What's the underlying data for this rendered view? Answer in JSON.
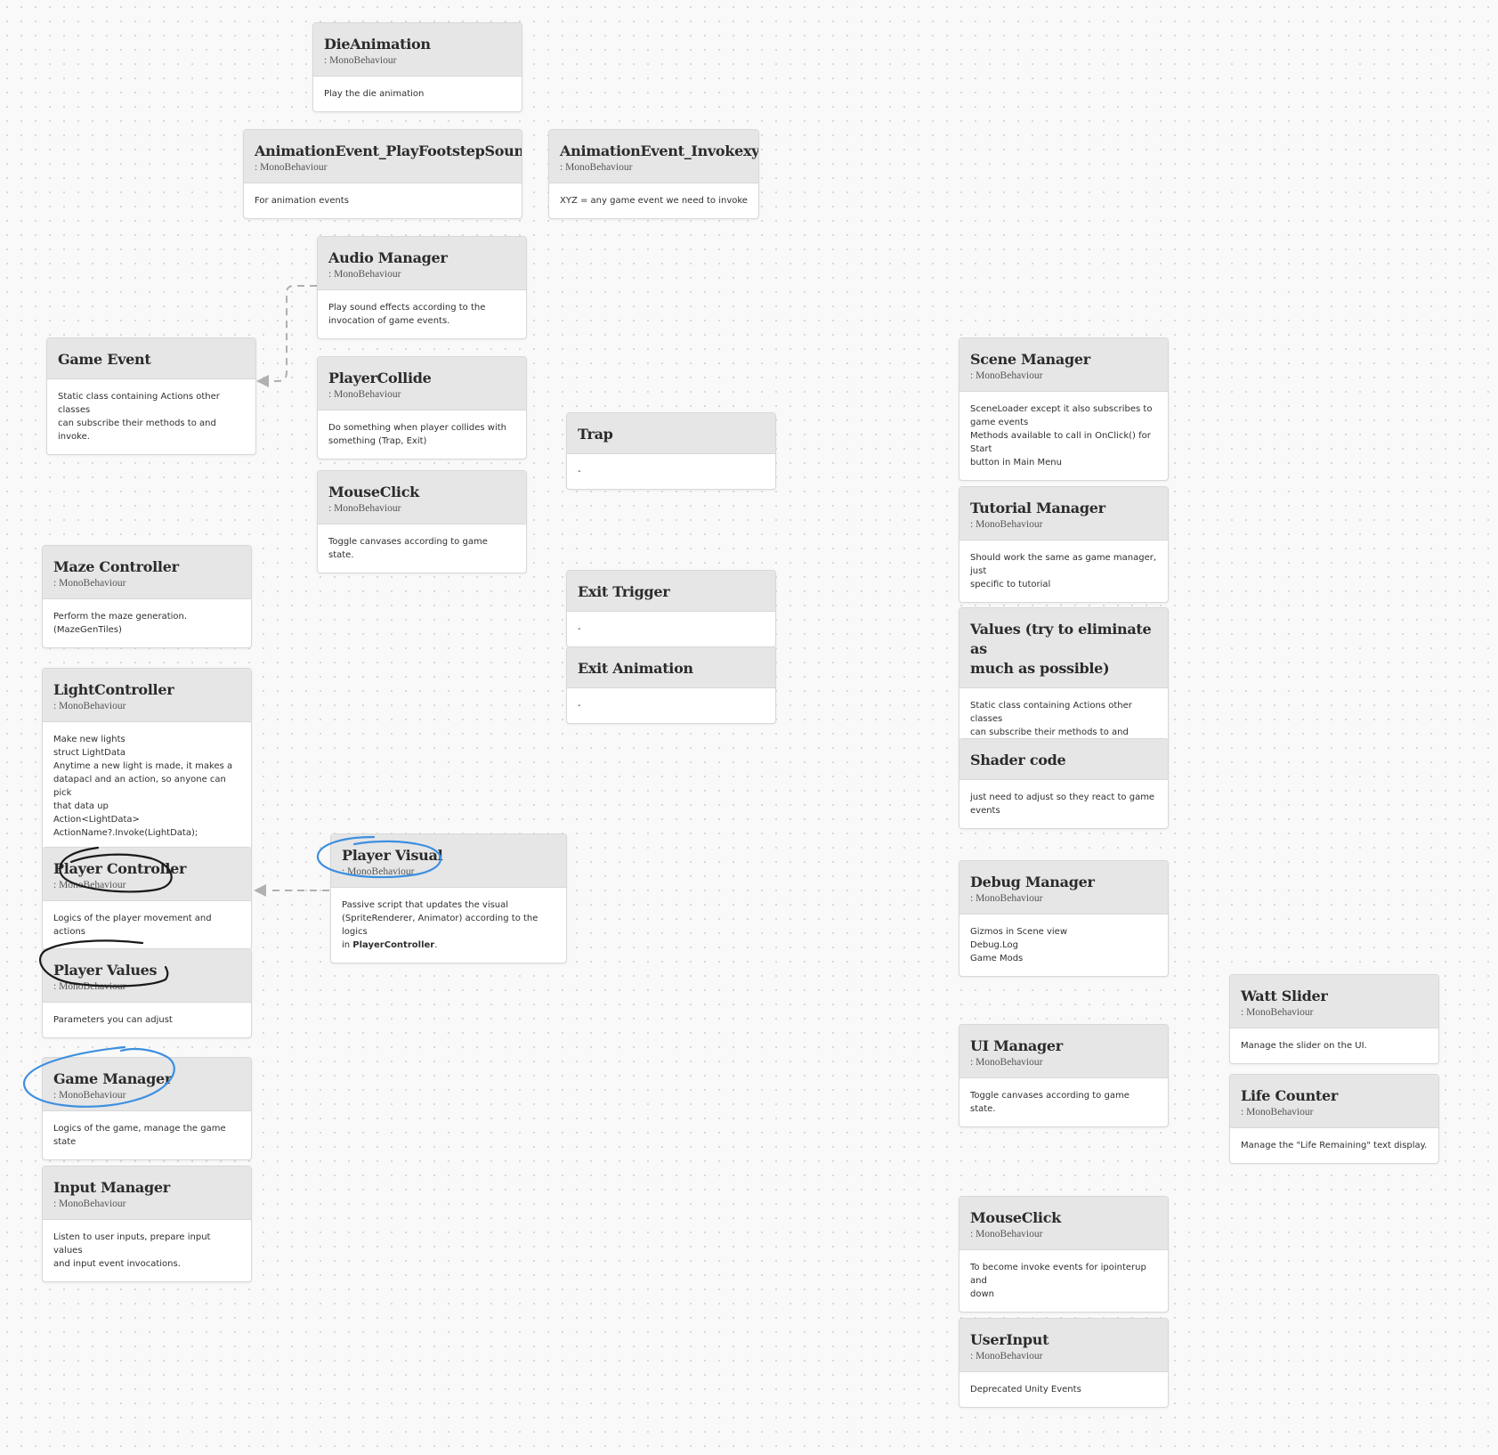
{
  "colors": {
    "canvas_background": "#f9f9f9",
    "card_header": "#e6e6e6",
    "annotation_blue": "#3d8fe0",
    "annotation_black": "#1a1a1a",
    "connector": "#b0b0b0"
  },
  "cards": [
    {
      "id": "die-animation",
      "title": "DieAnimation",
      "subtitle": ": MonoBehaviour",
      "body": "Play the die animation"
    },
    {
      "id": "animation-event-play-footstep-sound",
      "title": "AnimationEvent_PlayFootstepSound",
      "subtitle": ": MonoBehaviour",
      "body": "For animation events"
    },
    {
      "id": "animation-event-invokexyz",
      "title": "AnimationEvent_Invokexyz",
      "subtitle": ": MonoBehaviour",
      "body": "XYZ = any game event we need to invoke"
    },
    {
      "id": "audio-manager",
      "title": "Audio Manager",
      "subtitle": ": MonoBehaviour",
      "body": "Play sound effects according to the\ninvocation of game events."
    },
    {
      "id": "game-event",
      "title": "Game Event",
      "subtitle": "",
      "body": "Static class containing Actions other classes\ncan subscribe their methods to and invoke."
    },
    {
      "id": "player-collide",
      "title": "PlayerCollide",
      "subtitle": ": MonoBehaviour",
      "body": "Do something when player collides with\nsomething (Trap, Exit)"
    },
    {
      "id": "mouse-click-1",
      "title": "MouseClick",
      "subtitle": ": MonoBehaviour",
      "body": "Toggle canvases according to game state."
    },
    {
      "id": "trap",
      "title": "Trap",
      "subtitle": "",
      "body": "-"
    },
    {
      "id": "exit-trigger",
      "title": "Exit Trigger",
      "subtitle": "",
      "body": "-"
    },
    {
      "id": "exit-animation",
      "title": "Exit Animation",
      "subtitle": "",
      "body": "-"
    },
    {
      "id": "maze-controller",
      "title": "Maze Controller",
      "subtitle": ": MonoBehaviour",
      "body": "Perform the maze generation.\n(MazeGenTiles)"
    },
    {
      "id": "light-controller",
      "title": "LightController",
      "subtitle": ": MonoBehaviour",
      "body": "Make new lights\nstruct LightData\nAnytime a new light is made, it makes a\ndatapacl and an action, so anyone can pick\nthat data up\nAction<LightData>\nActionName?.Invoke(LightData);"
    },
    {
      "id": "player-controller",
      "title": "Player Controller",
      "subtitle": ": MonoBehaviour",
      "body": "Logics of the player movement and actions"
    },
    {
      "id": "player-visual",
      "title": "Player Visual",
      "subtitle": ": MonoBehaviour",
      "body": "Passive script that updates the visual\n(SpriteRenderer, Animator) according to the logics\nin ",
      "body_bold": "PlayerController",
      "body_after": "."
    },
    {
      "id": "player-values",
      "title": "Player Values",
      "subtitle": ": MonoBehaviour",
      "body": "Parameters you can adjust"
    },
    {
      "id": "game-manager",
      "title": "Game Manager",
      "subtitle": ": MonoBehaviour",
      "body": "Logics of the game, manage the game state"
    },
    {
      "id": "input-manager",
      "title": "Input Manager",
      "subtitle": ": MonoBehaviour",
      "body": "Listen to user inputs, prepare input values\nand input event invocations."
    },
    {
      "id": "scene-manager",
      "title": "Scene Manager",
      "subtitle": ": MonoBehaviour",
      "body": "SceneLoader except it also subscribes to\ngame events\nMethods available to call in OnClick() for Start\nbutton in Main Menu"
    },
    {
      "id": "tutorial-manager",
      "title": "Tutorial Manager",
      "subtitle": ": MonoBehaviour",
      "body": "Should work the same as game manager, just\nspecific to tutorial"
    },
    {
      "id": "values",
      "title": "Values (try to eliminate as\nmuch as possible)",
      "subtitle": "",
      "body": "Static class containing Actions other classes\ncan subscribe their methods to and invoke."
    },
    {
      "id": "shader-code",
      "title": "Shader code",
      "subtitle": "",
      "body": "just need to adjust so they react to game\nevents"
    },
    {
      "id": "debug-manager",
      "title": "Debug Manager",
      "subtitle": ": MonoBehaviour",
      "body": "Gizmos in Scene view\nDebug.Log\nGame Mods"
    },
    {
      "id": "ui-manager",
      "title": "UI Manager",
      "subtitle": ": MonoBehaviour",
      "body": "Toggle canvases according to game state."
    },
    {
      "id": "watt-slider",
      "title": "Watt Slider",
      "subtitle": ": MonoBehaviour",
      "body": "Manage the slider on the UI."
    },
    {
      "id": "life-counter",
      "title": "Life Counter",
      "subtitle": ": MonoBehaviour",
      "body": "Manage the \"Life Remaining\" text display."
    },
    {
      "id": "mouse-click-2",
      "title": "MouseClick",
      "subtitle": ": MonoBehaviour",
      "body": "To become invoke events for ipointerup and\ndown"
    },
    {
      "id": "user-input",
      "title": "UserInput",
      "subtitle": ": MonoBehaviour",
      "body": "Deprecated Unity Events"
    }
  ],
  "connectors": [
    {
      "from": "audio-manager",
      "to": "game-event",
      "style": "dashed",
      "arrowhead": "triangle"
    },
    {
      "from": "player-visual",
      "to": "player-controller",
      "style": "dashed",
      "arrowhead": "triangle"
    }
  ],
  "annotations": [
    {
      "target": "player-controller",
      "kind": "circle",
      "color": "black"
    },
    {
      "target": "player-values",
      "kind": "underline-loop",
      "color": "black"
    },
    {
      "target": "player-visual",
      "kind": "circle",
      "color": "blue"
    },
    {
      "target": "game-manager",
      "kind": "circle",
      "color": "blue"
    }
  ]
}
